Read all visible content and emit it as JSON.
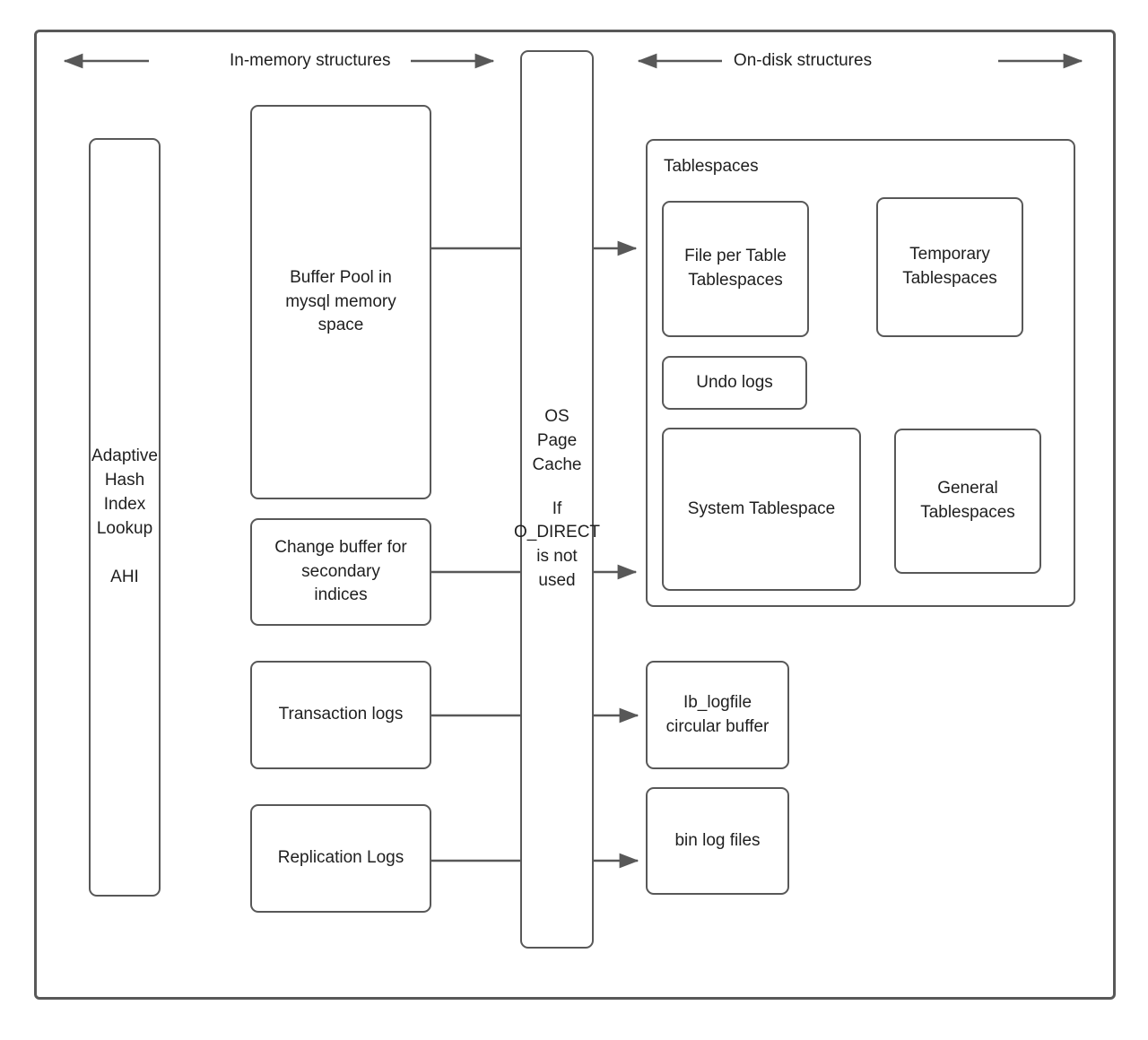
{
  "diagram": {
    "title": "MySQL InnoDB in-memory and on-disk structures",
    "line_color": "#585858",
    "text_color": "#1f1f1f",
    "background": "#ffffff"
  },
  "bands": {
    "left": {
      "label": "In-memory structures"
    },
    "right": {
      "label": "On-disk structures"
    }
  },
  "in_memory": {
    "ahi": {
      "label": "Adaptive\nHash\nIndex\nLookup\n\nAHI"
    },
    "buffer_pool": {
      "label": "Buffer Pool in\nmysql memory\nspace"
    },
    "change_buffer": {
      "label": "Change buffer for\nsecondary\nindices"
    },
    "transaction_logs": {
      "label": "Transaction logs"
    },
    "replication_logs": {
      "label": "Replication Logs"
    }
  },
  "os_layer": {
    "page_cache": {
      "label": "OS\nPage\nCache"
    },
    "condition": {
      "label": "If\nO_DIRECT\nis not\nused"
    }
  },
  "on_disk": {
    "tablespaces_container": {
      "title": "Tablespaces"
    },
    "file_per_table": {
      "label": "File per Table\nTablespaces"
    },
    "temporary": {
      "label": "Temporary\nTablespaces"
    },
    "undo_logs": {
      "label": "Undo logs"
    },
    "system_tablespace": {
      "label": "System Tablespace"
    },
    "general_tablespaces": {
      "label": "General\nTablespaces"
    },
    "ib_logfile": {
      "label": "Ib_logfile\ncircular buffer"
    },
    "bin_log_files": {
      "label": "bin log files"
    }
  },
  "connectors": [
    {
      "name": "buffer-pool-to-file-per-table",
      "from": "buffer_pool",
      "to": "file_per_table"
    },
    {
      "name": "change-buffer-to-tablespaces",
      "from": "change_buffer",
      "to": "tablespaces_container"
    },
    {
      "name": "transaction-logs-to-ib-logfile",
      "from": "transaction_logs",
      "to": "ib_logfile"
    },
    {
      "name": "replication-logs-to-bin-log-files",
      "from": "replication_logs",
      "to": "bin_log_files"
    },
    {
      "name": "in-memory-band-arrow",
      "from": "band-left",
      "to": "band-left"
    },
    {
      "name": "on-disk-band-arrow",
      "from": "band-right",
      "to": "band-right"
    }
  ]
}
